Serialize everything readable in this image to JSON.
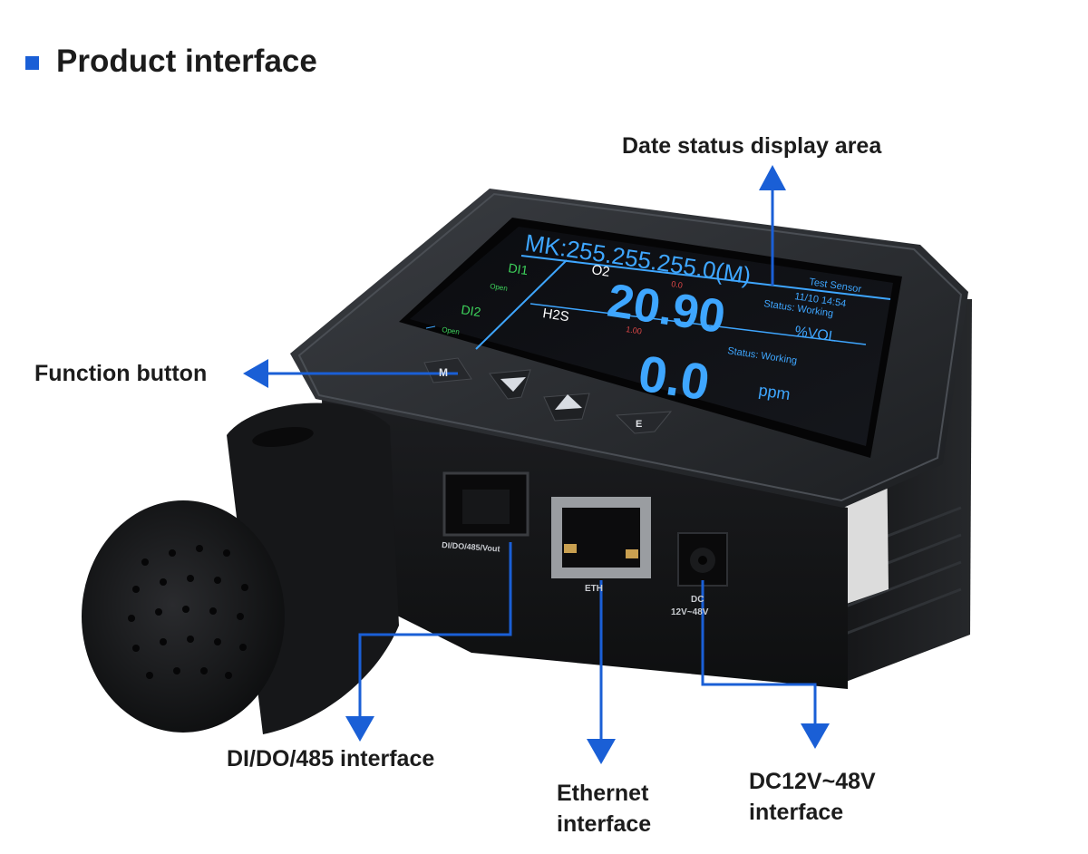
{
  "header": {
    "title": "Product interface",
    "accent_color": "#1a5fd6"
  },
  "callouts": {
    "display_area": "Date status display area",
    "function_button": "Function button",
    "dido_interface": "DI/DO/485 interface",
    "ethernet_line1": "Ethernet",
    "ethernet_line2": "interface",
    "dc_line1": "DC12V~48V",
    "dc_line2": "interface"
  },
  "screen": {
    "ip_line": "MK:255.255.255.0(M)",
    "device_name": "Test Sensor",
    "date_time": "11/10  14:54",
    "di1_label": "DI1",
    "di1_state": "Open",
    "di2_label": "DI2",
    "di2_state": "Open",
    "gas1_name": "O2",
    "gas1_small": "0.0",
    "gas1_value": "20.90",
    "gas1_unit": "%VOL",
    "gas1_status": "Status: Working",
    "gas2_name": "H2S",
    "gas2_small": "1.00",
    "gas2_value": "0.0",
    "gas2_unit": "ppm",
    "gas2_status": "Status: Working",
    "screen_color": "#3ea6ff"
  },
  "keys": {
    "menu": "M",
    "enter": "E"
  },
  "port_labels": {
    "dido": "DI/DO/485/Vout",
    "eth": "ETH",
    "dc_top": "DC",
    "dc_bottom": "12V~48V"
  }
}
